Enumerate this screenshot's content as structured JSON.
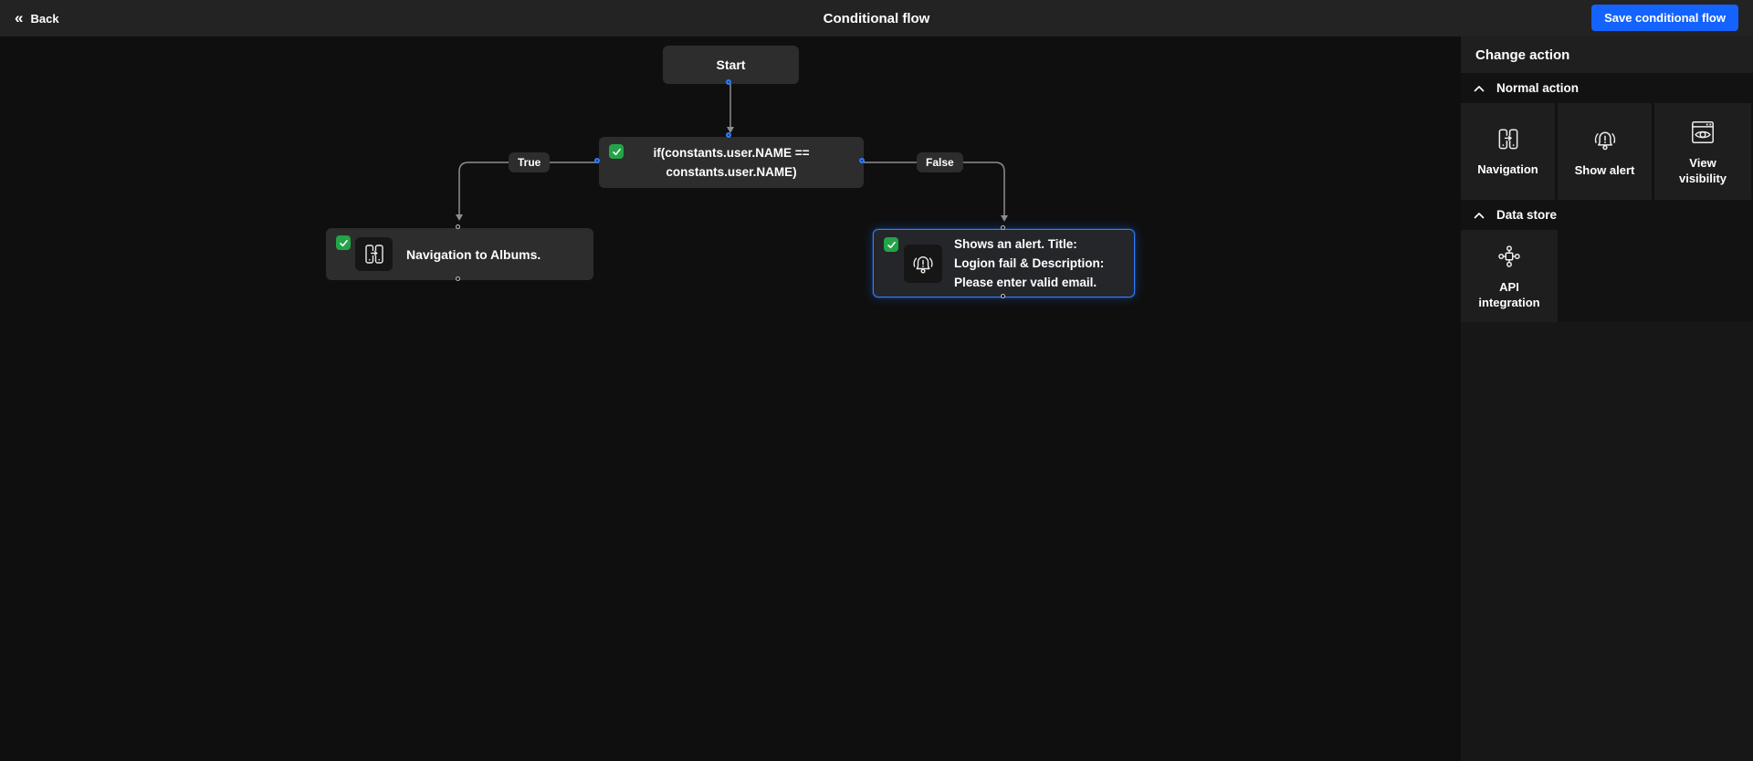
{
  "topbar": {
    "back_label": "Back",
    "title": "Conditional flow",
    "save_label": "Save conditional flow"
  },
  "flow": {
    "start_label": "Start",
    "condition_line1": "if(constants.user.NAME ==",
    "condition_line2": "constants.user.NAME)",
    "branch_true_label": "True",
    "branch_false_label": "False",
    "navigation_label": "Navigation to Albums.",
    "alert_line1": "Shows an alert. Title:",
    "alert_line2": "Logion fail & Description:",
    "alert_line3": "Please enter valid email."
  },
  "sidebar": {
    "title": "Change action",
    "sections": [
      {
        "label": "Normal action",
        "items": [
          {
            "label": "Navigation",
            "icon": "navigation-icon"
          },
          {
            "label": "Show alert",
            "icon": "alert-bell-icon"
          },
          {
            "label": "View visibility",
            "icon": "view-visibility-icon"
          }
        ]
      },
      {
        "label": "Data store",
        "items": [
          {
            "label": "API integration",
            "icon": "api-integration-icon"
          }
        ]
      }
    ]
  },
  "colors": {
    "accent_blue": "#1463ff",
    "selection_blue": "#2e7bff",
    "success_green": "#22a447",
    "connector_gray": "#8d8d8d",
    "node_gray": "#2d2d2d"
  }
}
